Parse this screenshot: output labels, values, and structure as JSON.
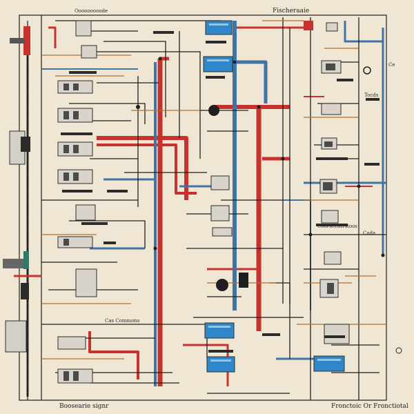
{
  "colors": {
    "background": "#efe6d3",
    "red_wire": "#c8322e",
    "blue_wire": "#3f74a6",
    "black_wire": "#1f1f1f",
    "copper_wire": "#b4702f",
    "module_fill": "#2f86c9"
  },
  "labels": {
    "top_left": "Ooooooooode",
    "top_center": "Fischeraaie",
    "right_ce": "Ce",
    "right_toc": "Tocds",
    "bottom_left": "Boosearie signr",
    "bottom_right": "Fronctoic Or Fronctiotal",
    "mid_common": "Cas Commons",
    "mid_right_sensor": "Coorscentrstoos",
    "right_cada": "Cada"
  }
}
